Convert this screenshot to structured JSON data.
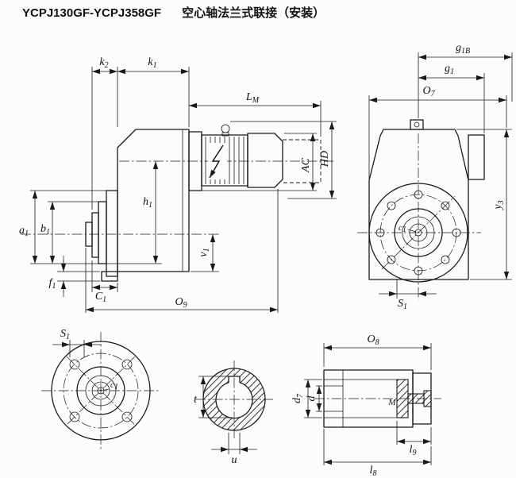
{
  "title": {
    "model": "YCPJ130GF-YCPJ358GF",
    "desc": "空心轴法兰式联接（安装）"
  },
  "colors": {
    "ink": "#1a1a1a",
    "paper": "#fcfcfa"
  },
  "labels": {
    "k2": {
      "base": "k",
      "sub": "2"
    },
    "k1": {
      "base": "k",
      "sub": "1"
    },
    "LM": {
      "base": "L",
      "sub": "M"
    },
    "HD": {
      "base": "HD",
      "sub": ""
    },
    "AC": {
      "base": "AC",
      "sub": ""
    },
    "h1": {
      "base": "h",
      "sub": "1"
    },
    "b1": {
      "base": "b",
      "sub": "1"
    },
    "a1": {
      "base": "a",
      "sub": "1"
    },
    "v1": {
      "base": "v",
      "sub": "1"
    },
    "f1": {
      "base": "f",
      "sub": "1"
    },
    "C1": {
      "base": "C",
      "sub": "1"
    },
    "O9": {
      "base": "O",
      "sub": "9"
    },
    "g1B": {
      "base": "g",
      "sub": "1B"
    },
    "g1": {
      "base": "g",
      "sub": "1"
    },
    "O7": {
      "base": "O",
      "sub": "7"
    },
    "y3": {
      "base": "y",
      "sub": "3"
    },
    "S1": {
      "base": "S",
      "sub": "1"
    },
    "c1": {
      "base": "c",
      "sub": "1"
    },
    "t": {
      "base": "t",
      "sub": ""
    },
    "u": {
      "base": "u",
      "sub": ""
    },
    "O8": {
      "base": "O",
      "sub": "8"
    },
    "d7": {
      "base": "d",
      "sub": "7"
    },
    "d": {
      "base": "d",
      "sub": ""
    },
    "M": {
      "base": "M",
      "sub": ""
    },
    "l9": {
      "base": "l",
      "sub": "9"
    },
    "l8": {
      "base": "l",
      "sub": "8"
    }
  }
}
